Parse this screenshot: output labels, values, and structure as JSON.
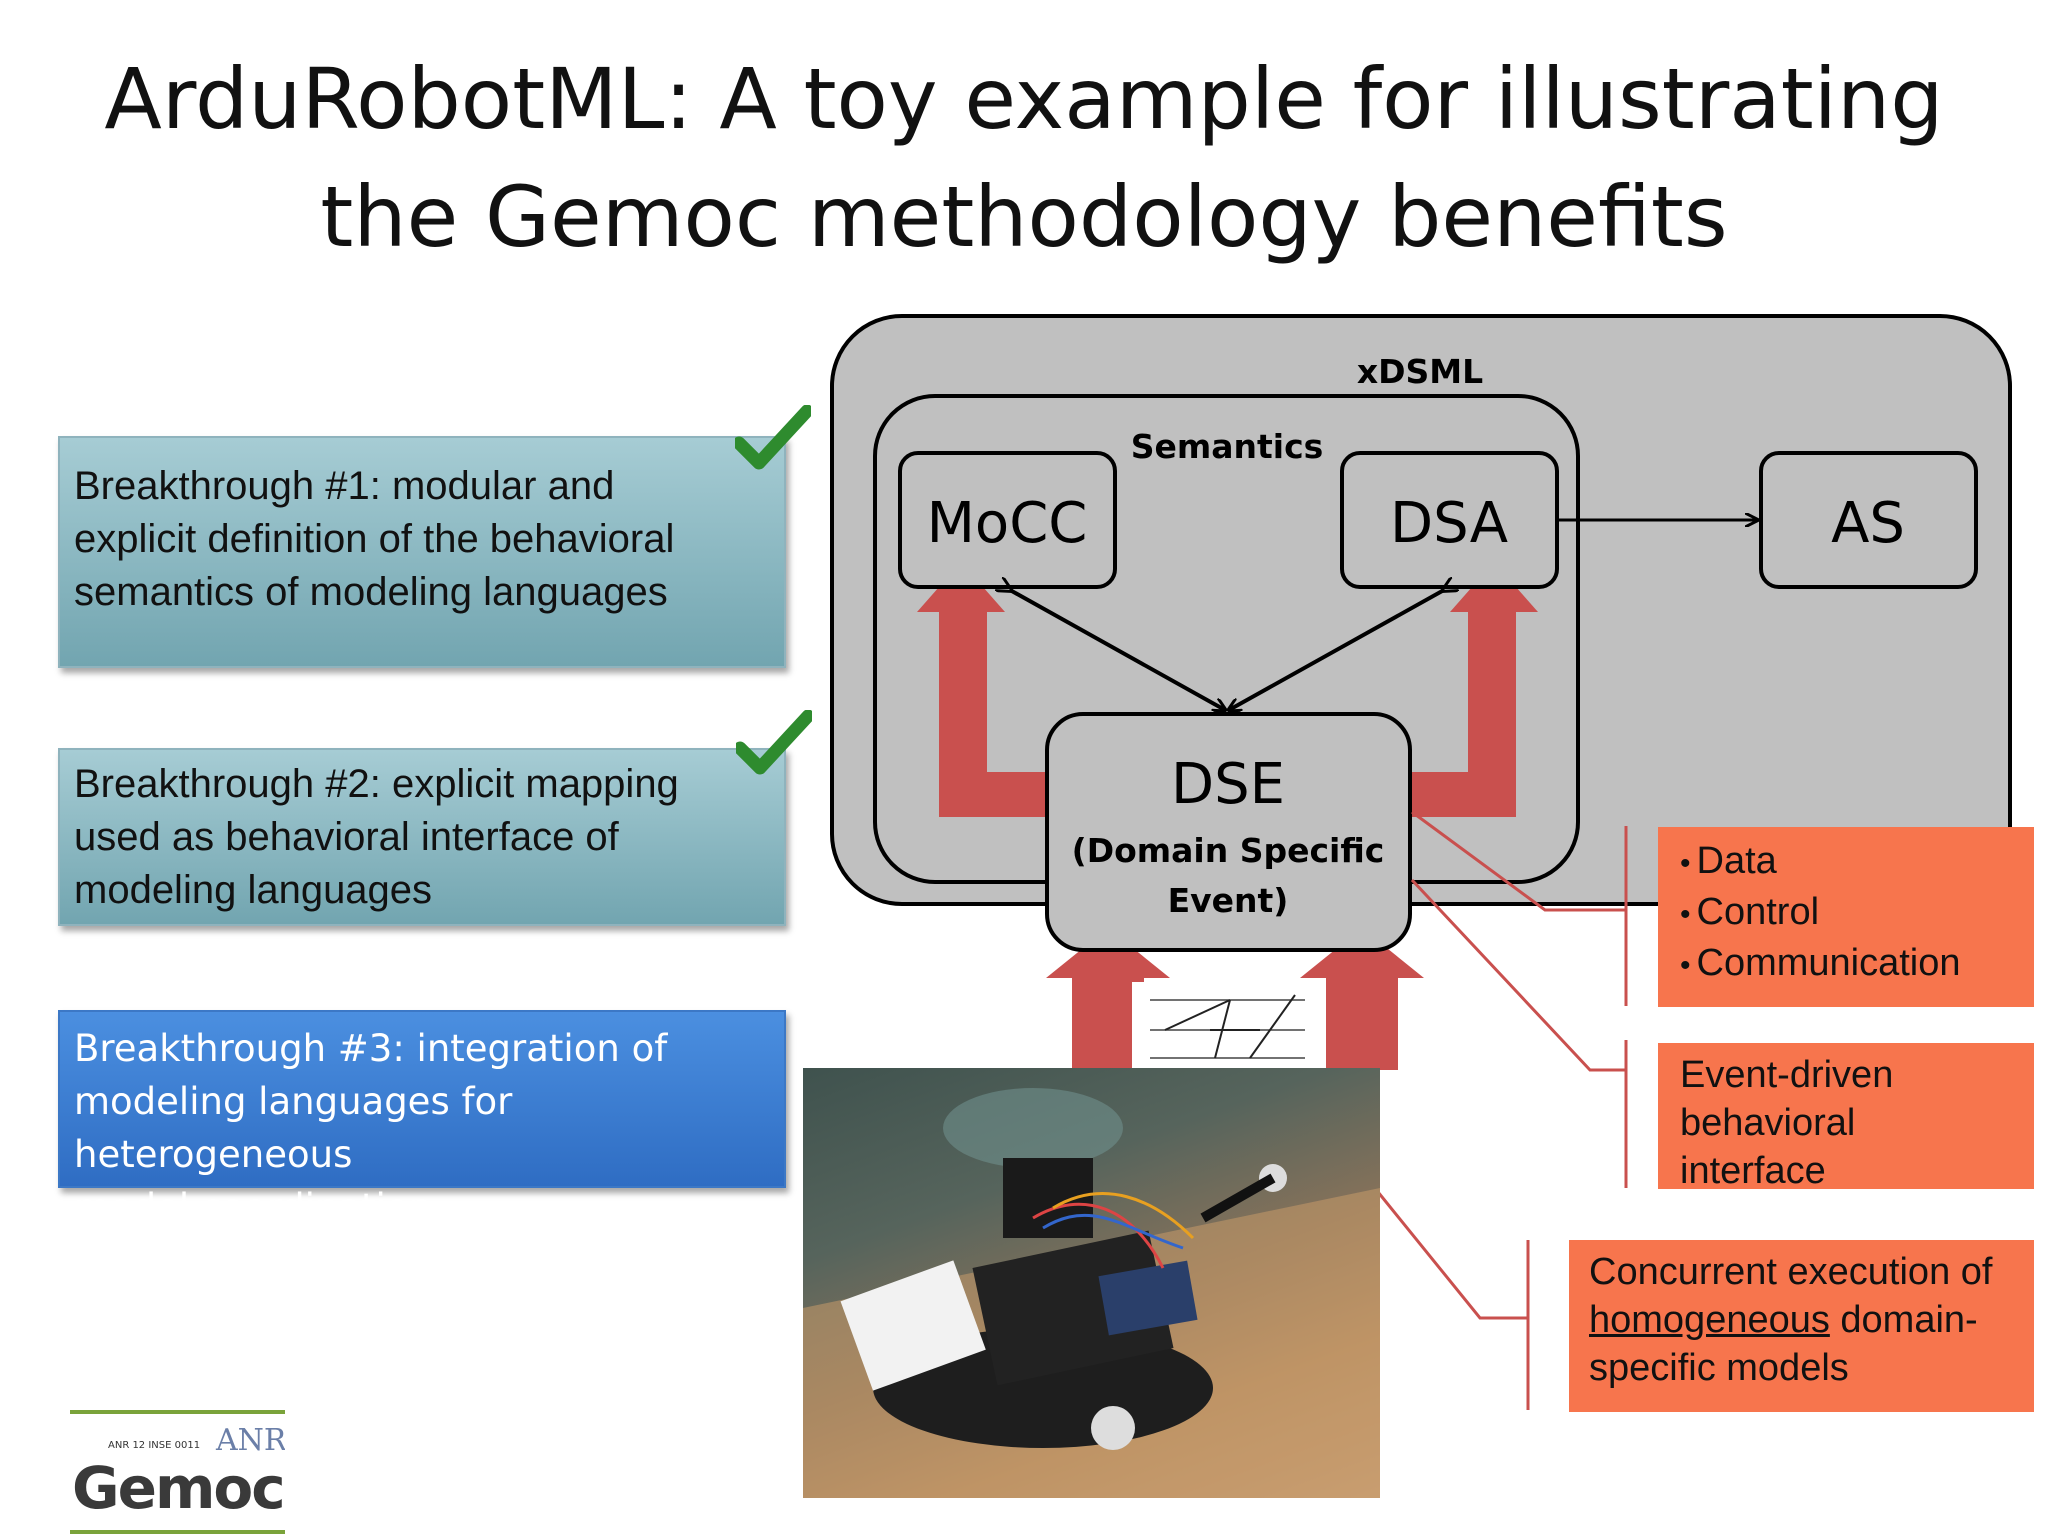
{
  "title": {
    "line1": "ArduRobotML: A toy example for illustrating",
    "line2": "the Gemoc methodology benefits"
  },
  "breakthroughs": [
    {
      "lines": [
        "Breakthrough #1: modular and",
        "explicit definition of the behavioral",
        "semantics of modeling languages"
      ],
      "checked": true
    },
    {
      "lines": [
        "Breakthrough #2: explicit mapping",
        "used as behavioral interface of",
        "modeling languages"
      ],
      "checked": true
    },
    {
      "lines": [
        "Breakthrough #3: integration of",
        "modeling languages for heterogeneous",
        "model coordination"
      ],
      "checked": false
    }
  ],
  "diagram": {
    "outer_label": "xDSML",
    "semantics_label": "Semantics",
    "mocc": "MoCC",
    "dsa": "DSA",
    "as": "AS",
    "dse_title": "DSE",
    "dse_sub1": "(Domain Specific",
    "dse_sub2": "Event)"
  },
  "callouts": {
    "dse_types": [
      "Data",
      "Control",
      "Communication"
    ],
    "event_driven": [
      "Event-driven",
      "behavioral",
      "interface"
    ],
    "concurrent": {
      "line1": "Concurrent execution of",
      "underlined": "homogeneous",
      "line2_rest": " domain-",
      "line3": "specific models"
    }
  },
  "logo": {
    "top_text": "ANR 12 INSE 0011",
    "brand": "Gemoc",
    "anr": "ANR"
  },
  "colors": {
    "teal_box": "#8fbfc8",
    "blue_box": "#3a7fd5",
    "orange": "#f7754d",
    "red_arrow": "#c9504e",
    "gray_box": "#c0c0c0",
    "check": "#2e8b2e"
  }
}
